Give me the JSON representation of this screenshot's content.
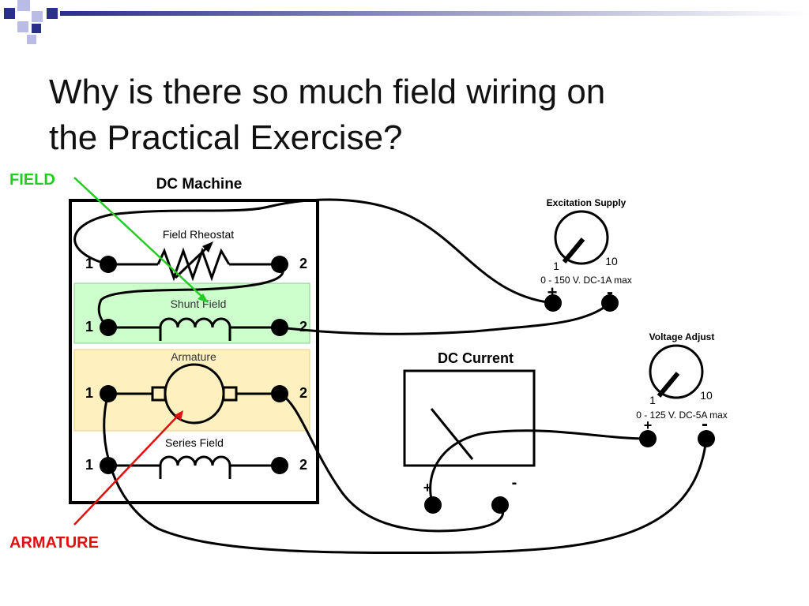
{
  "slide": {
    "title_line1": "Why is there so much field wiring on",
    "title_line2": "the Practical Exercise?"
  },
  "colors": {
    "field_callout": "#22cc22",
    "armature_callout": "#e01010",
    "shunt_highlight": "#ccffcc",
    "armature_highlight": "#fff0c0",
    "deco_navy": "#2a2f8a",
    "deco_lavender": "#b9bde6"
  },
  "callouts": {
    "field": "FIELD",
    "armature": "ARMATURE"
  },
  "dc_machine": {
    "title": "DC Machine",
    "field_rheostat": {
      "label": "Field Rheostat",
      "left": "1",
      "right": "2"
    },
    "shunt_field": {
      "label": "Shunt Field",
      "left": "1",
      "right": "2"
    },
    "armature": {
      "label": "Armature",
      "left": "1",
      "right": "2"
    },
    "series_field": {
      "label": "Series Field",
      "left": "1",
      "right": "2"
    }
  },
  "excitation_supply": {
    "title": "Excitation Supply",
    "dial_min": "1",
    "dial_max": "10",
    "rating": "0 - 150 V. DC-1A max",
    "plus": "+",
    "minus": "-"
  },
  "voltage_adjust": {
    "title": "Voltage Adjust",
    "dial_min": "1",
    "dial_max": "10",
    "rating": "0 - 125 V. DC-5A max",
    "plus": "+",
    "minus": "-"
  },
  "dc_current": {
    "title": "DC Current",
    "plus": "+",
    "minus": "-"
  }
}
